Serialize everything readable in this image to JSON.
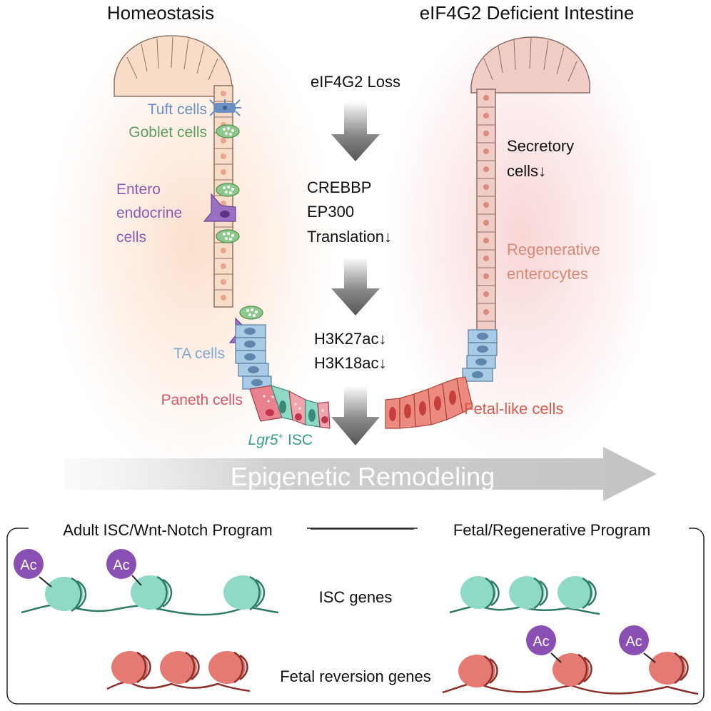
{
  "titles": {
    "left": "Homeostasis",
    "right": "eIF4G2 Deficient Intestine"
  },
  "left_labels": {
    "tuft": "Tuft cells",
    "goblet": "Goblet cells",
    "entero_1": "Entero",
    "entero_2": "endocrine",
    "entero_3": "cells",
    "ta": "TA cells",
    "paneth": "Paneth cells",
    "lgr5_italic": "Lgr5",
    "lgr5_sup": "+",
    "lgr5_rest": " ISC"
  },
  "right_labels": {
    "secretory_1": "Secretory",
    "secretory_2": "cells",
    "regen_1": "Regenerative",
    "regen_2": "enterocytes",
    "fetal": "Fetal-like cells"
  },
  "pathway": {
    "step1": "eIF4G2 Loss",
    "step2a": "CREBBP",
    "step2b": "EP300",
    "step2c": "Translation",
    "step3a": "H3K27ac",
    "step3b": "H3K18ac",
    "down_arrow": "↓"
  },
  "banner": "Epigenetic Remodeling",
  "program_box": {
    "left_title": "Adult ISC/Wnt-Notch Program",
    "right_title": "Fetal/Regenerative Program",
    "isc_genes": "ISC genes",
    "fetal_genes": "Fetal reversion genes",
    "ac": "Ac"
  },
  "colors": {
    "tuft": "#6b8fc2",
    "goblet": "#5a9e5a",
    "entero": "#8a5bb5",
    "ta": "#8db5d8",
    "paneth": "#d9566a",
    "isc": "#3a9e88",
    "regen": "#d88a78",
    "fetal": "#d95a4a",
    "ac": "#8a4fb3",
    "nucleosome_teal": "#8fd9c7",
    "nucleosome_red": "#e57a72"
  }
}
